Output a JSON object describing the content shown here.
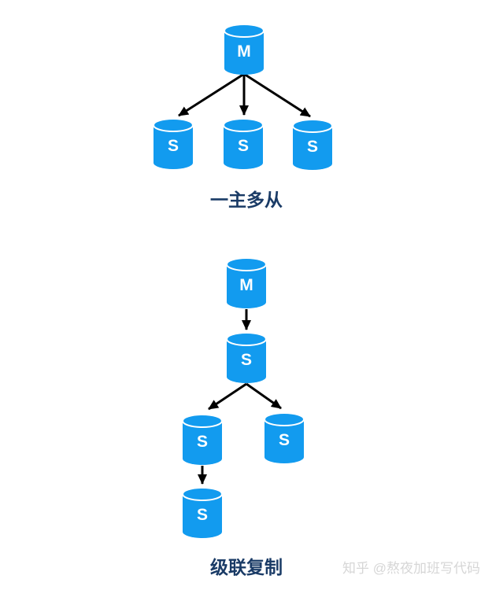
{
  "colors": {
    "background": "#ffffff",
    "cylinder_fill": "#129bef",
    "cylinder_stroke": "#ffffff",
    "node_label": "#ffffff",
    "arrow": "#000000",
    "caption": "#1a3b66",
    "watermark": "#d6d6d6"
  },
  "diagram1": {
    "caption": "一主多从",
    "nodes": [
      {
        "role": "master",
        "label": "M"
      },
      {
        "role": "slave-left",
        "label": "S"
      },
      {
        "role": "slave-middle",
        "label": "S"
      },
      {
        "role": "slave-right",
        "label": "S"
      }
    ]
  },
  "diagram2": {
    "caption": "级联复制",
    "nodes": [
      {
        "role": "master",
        "label": "M"
      },
      {
        "role": "relay-slave",
        "label": "S"
      },
      {
        "role": "slave-left",
        "label": "S"
      },
      {
        "role": "slave-right",
        "label": "S"
      },
      {
        "role": "cascade-slave",
        "label": "S"
      }
    ]
  },
  "watermark": {
    "text": "知乎 @熬夜加班写代码"
  }
}
